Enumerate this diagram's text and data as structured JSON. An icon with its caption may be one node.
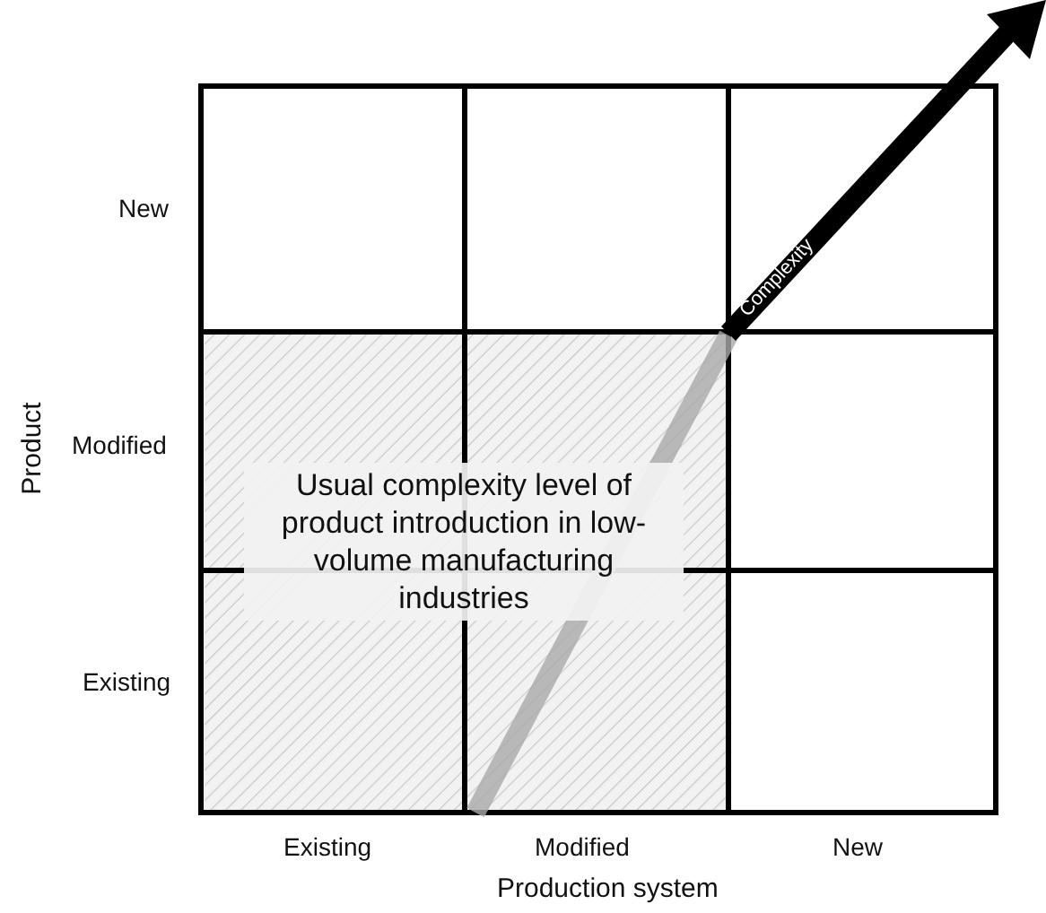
{
  "diagram": {
    "nodes": [
      {
        "text": [
          "Usual complexity level of product introduction in low-volume manufacturing industries"
        ]
      }
    ],
    "labels": [
      "New",
      "Modified",
      "Existing",
      "Product",
      "Existing",
      "Modified",
      "New",
      "Production system",
      "Complexity"
    ]
  }
}
